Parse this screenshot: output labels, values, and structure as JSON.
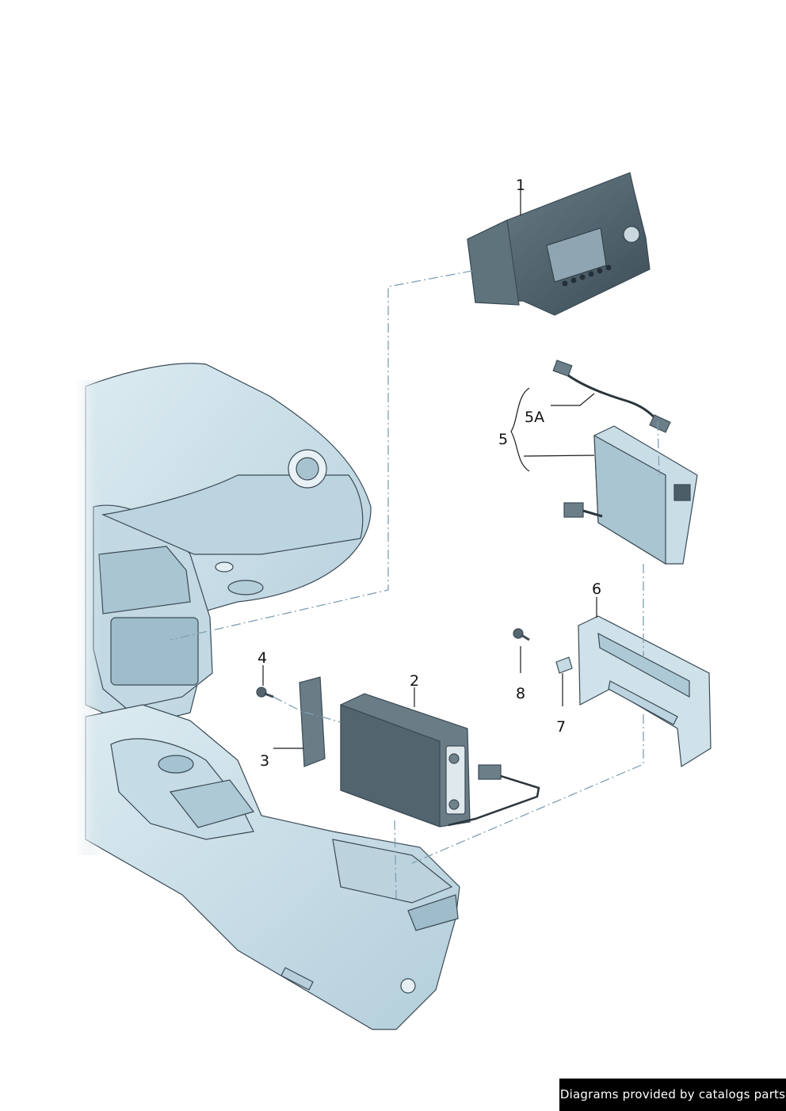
{
  "callouts": [
    {
      "id": "1",
      "label": "1"
    },
    {
      "id": "2",
      "label": "2"
    },
    {
      "id": "3",
      "label": "3"
    },
    {
      "id": "4",
      "label": "4"
    },
    {
      "id": "5",
      "label": "5"
    },
    {
      "id": "5A",
      "label": "5A"
    },
    {
      "id": "6",
      "label": "6"
    },
    {
      "id": "7",
      "label": "7"
    },
    {
      "id": "8",
      "label": "8"
    }
  ],
  "watermark": "Diagrams provided by catalogs parts",
  "colors": {
    "part_fill": "#cfe0e8",
    "part_shade": "#aecad7",
    "dark_unit": "#4a5c66",
    "dash_line": "#7f9fb0",
    "outline": "#3a4a55"
  }
}
